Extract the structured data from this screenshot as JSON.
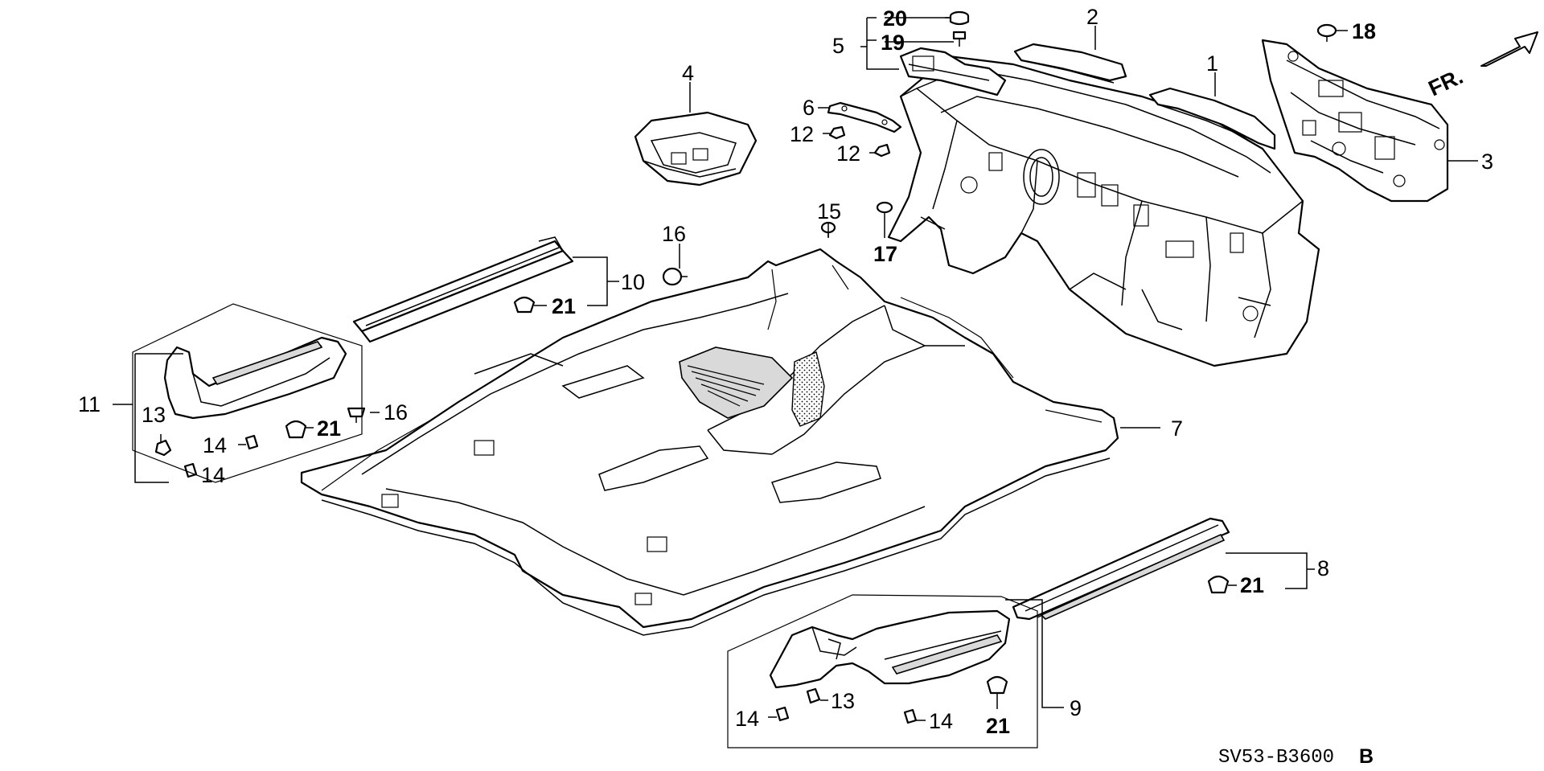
{
  "diagram": {
    "callouts": {
      "c1": "1",
      "c2": "2",
      "c3": "3",
      "c4": "4",
      "c5": "5",
      "c6": "6",
      "c7": "7",
      "c8": "8",
      "c9": "9",
      "c10": "10",
      "c11": "11",
      "c12a": "12",
      "c12b": "12",
      "c13a": "13",
      "c13b": "13",
      "c14a": "14",
      "c14b": "14",
      "c14c": "14",
      "c14d": "14",
      "c15": "15",
      "c16a": "16",
      "c16b": "16",
      "c17": "17",
      "c18": "18",
      "c19": "19",
      "c20": "20",
      "c21a": "21",
      "c21b": "21",
      "c21c": "21",
      "c21d": "21"
    },
    "direction_label": "FR.",
    "diagram_code": "SV53-B3600",
    "diagram_suffix": "B"
  }
}
